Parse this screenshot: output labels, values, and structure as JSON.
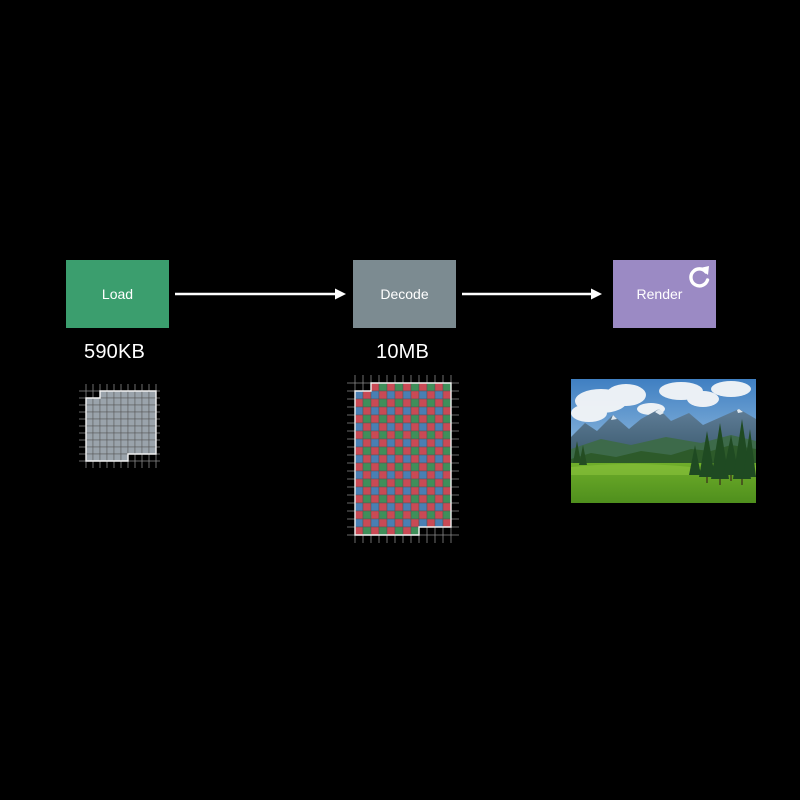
{
  "pipeline": {
    "stages": [
      {
        "label": "Load",
        "color": "#3b9e6e",
        "size": "590KB"
      },
      {
        "label": "Decode",
        "color": "#7c8b91",
        "size": "10MB"
      },
      {
        "label": "Render",
        "color": "#9b8ac4",
        "icon": "refresh-icon"
      }
    ],
    "arrow_color": "#ffffff"
  },
  "image": {
    "subject": "mountain-meadow-landscape"
  }
}
